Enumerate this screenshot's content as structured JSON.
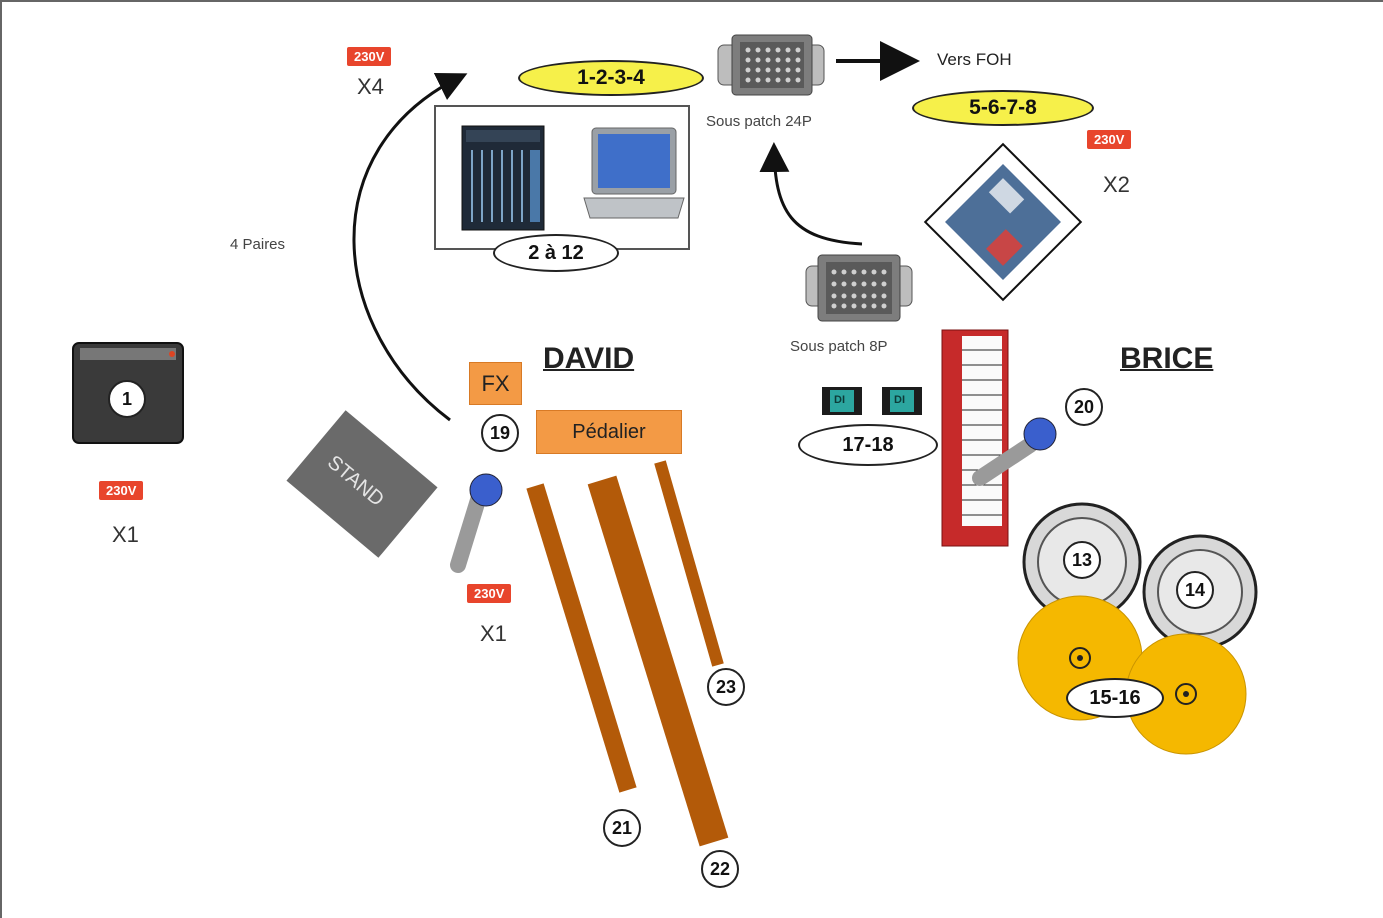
{
  "power": {
    "label": "230V"
  },
  "multipliers": {
    "x4": "X4",
    "x2": "X2",
    "x1_amp": "X1",
    "x1_center": "X1"
  },
  "labels": {
    "vers_foh": "Vers FOH",
    "sous_patch_24": "Sous patch 24P",
    "sous_patch_8": "Sous patch 8P",
    "paires": "4 Paires",
    "stand": "STAND",
    "fx": "FX",
    "pedalier": "Pédalier"
  },
  "ovals": {
    "ch_1_4": "1-2-3-4",
    "ch_5_8": "5-6-7-8",
    "ch_2_12": "2 à 12",
    "ch_17_18": "17-18",
    "ch_15_16": "15-16"
  },
  "musicians": {
    "david": "DAVID",
    "brice": "BRICE"
  },
  "numbers": {
    "amp": "1",
    "n13": "13",
    "n14": "14",
    "n19": "19",
    "n20": "20",
    "n21": "21",
    "n22": "22",
    "n23": "23"
  },
  "di_label": "DI",
  "colors": {
    "power_badge": "#e8452c",
    "channel_oval": "#f6f04a",
    "orange_box": "#f39a45",
    "pipe_bar": "#b35a09",
    "cymbal": "#f5b800",
    "tom": "#d8d8d8",
    "keyboard": "#c62a2a"
  }
}
